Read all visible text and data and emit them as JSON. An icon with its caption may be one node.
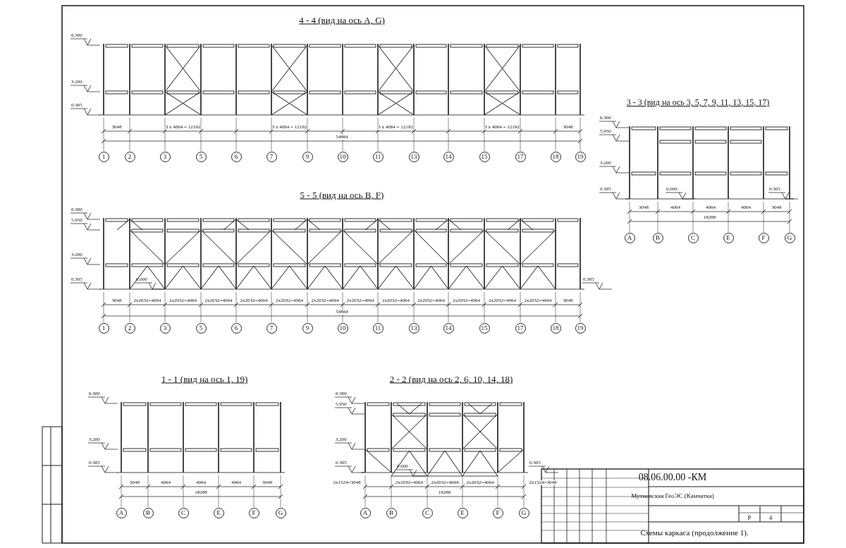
{
  "diagram": {
    "nodes": [
      {
        "text": [
          "1"
        ]
      },
      {
        "text": [
          "2"
        ]
      },
      {
        "text": [
          "3"
        ]
      },
      {
        "text": [
          "5"
        ]
      },
      {
        "text": [
          "6"
        ]
      },
      {
        "text": [
          "7"
        ]
      },
      {
        "text": [
          "9"
        ]
      },
      {
        "text": [
          "10"
        ]
      },
      {
        "text": [
          "11"
        ]
      },
      {
        "text": [
          "13"
        ]
      },
      {
        "text": [
          "14"
        ]
      },
      {
        "text": [
          "15"
        ]
      },
      {
        "text": [
          "17"
        ]
      },
      {
        "text": [
          "18"
        ]
      },
      {
        "text": [
          "19"
        ]
      },
      {
        "text": [
          "A"
        ]
      },
      {
        "text": [
          "B"
        ]
      },
      {
        "text": [
          "C"
        ]
      },
      {
        "text": [
          "E"
        ]
      },
      {
        "text": [
          "F"
        ]
      },
      {
        "text": [
          "G"
        ]
      },
      {
        "text": [
          "1"
        ]
      },
      {
        "text": [
          "2"
        ]
      },
      {
        "text": [
          "3"
        ]
      },
      {
        "text": [
          "5"
        ]
      },
      {
        "text": [
          "6"
        ]
      },
      {
        "text": [
          "7"
        ]
      },
      {
        "text": [
          "9"
        ]
      },
      {
        "text": [
          "10"
        ]
      },
      {
        "text": [
          "11"
        ]
      },
      {
        "text": [
          "13"
        ]
      },
      {
        "text": [
          "14"
        ]
      },
      {
        "text": [
          "15"
        ]
      },
      {
        "text": [
          "17"
        ]
      },
      {
        "text": [
          "18"
        ]
      },
      {
        "text": [
          "19"
        ]
      },
      {
        "text": [
          "A"
        ]
      },
      {
        "text": [
          "B"
        ]
      },
      {
        "text": [
          "C"
        ]
      },
      {
        "text": [
          "E"
        ]
      },
      {
        "text": [
          "F"
        ]
      },
      {
        "text": [
          "G"
        ]
      },
      {
        "text": [
          "A"
        ]
      },
      {
        "text": [
          "B"
        ]
      },
      {
        "text": [
          "C"
        ]
      },
      {
        "text": [
          "E"
        ]
      },
      {
        "text": [
          "F"
        ]
      },
      {
        "text": [
          "G"
        ]
      }
    ],
    "edges": [],
    "labels": [
      "4 - 4 (вид на ось A, G)",
      "6.300",
      "3.200",
      "0.305",
      "3048",
      "3 x 4064 = 12192",
      "3 x 4064 = 12192",
      "3 x 4064 = 12192",
      "3 x 4064 = 12192",
      "3048",
      "54864",
      "3 - 3 (вид на ось 3, 5, 7, 9, 11, 13, 15, 17)",
      "6.300",
      "5.950",
      "3.200",
      "0.305",
      "0.000",
      "0.305",
      "3048",
      "4064",
      "4064",
      "4064",
      "3048",
      "18288",
      "5 - 5 (вид на ось B, F)",
      "6.300",
      "5.950",
      "3.200",
      "0.305",
      "0.000",
      "0.305",
      "3048",
      "2x2032=4064",
      "2x2032=4064",
      "2x2032=4064",
      "2x2032=4064",
      "2x2032=4064",
      "2x2032=4064",
      "2x2032=4064",
      "2x2032=4064",
      "2x2032=4064",
      "2x2032=4064",
      "2x2032=4064",
      "2x2032=4064",
      "3048",
      "54864",
      "1 - 1 (вид на ось 1, 19)",
      "6.300",
      "3.200",
      "0.305",
      "3048",
      "4064",
      "4064",
      "4064",
      "3048",
      "18288",
      "2 - 2 (вид на ось 2, 6, 10, 14, 18)",
      "6.300",
      "5.950",
      "3.200",
      "0.305",
      "0.000",
      "0.305",
      "2x1524=3048",
      "2x2032=4064",
      "2x2032=4064",
      "2x2032=4064",
      "2x1524=3048",
      "18288",
      "08.06.00.00 -КМ",
      "Мутновская ГеоЭС (Камчатка)",
      "Р",
      "4",
      "Схемы каркаса (продолжение 1)."
    ]
  }
}
